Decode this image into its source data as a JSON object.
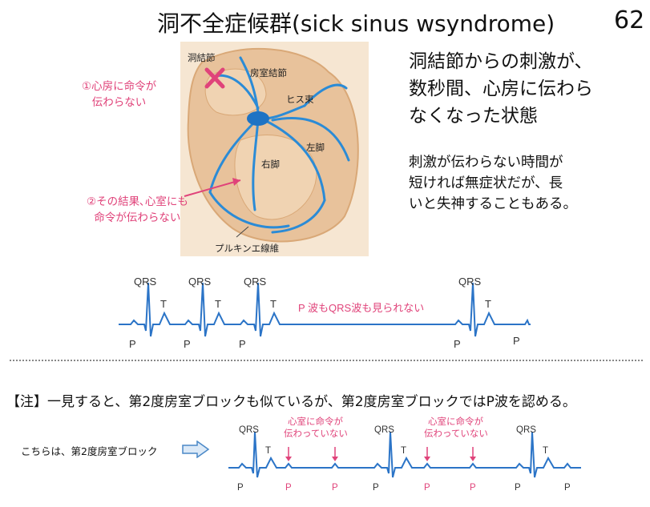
{
  "slide": {
    "title": "洞不全症候群(sick sinus wsyndrome)",
    "page_number": "62"
  },
  "description": {
    "main_lines": [
      "洞結節からの刺激が、",
      "数秒間、心房に伝わら",
      "なくなった状態"
    ],
    "sub_lines": [
      "刺激が伝わらない時間が",
      "短ければ無症状だが、長",
      "いと失神することもある。"
    ]
  },
  "heart": {
    "sinus_node": "洞結節",
    "av_node": "房室結節",
    "his_bundle": "ヒス束",
    "left_branch": "左脚",
    "right_branch": "右脚",
    "purkinje": "プルキンエ線維",
    "callout1": [
      "①心房に命令が",
      "伝わらない"
    ],
    "callout2": [
      "②その結果､心室にも",
      "命令が伝わらない"
    ]
  },
  "ecg1": {
    "qrs": "QRS",
    "t": "T",
    "p": "P",
    "pause_text": "P 波もQRS波も見られない"
  },
  "note": {
    "text": "【注】一見すると、第2度房室ブロックも似ているが、第2度房室ブロックではP波を認める。"
  },
  "ecg2": {
    "compare_label": "こちらは、第2度房室ブロック",
    "qrs": "QRS",
    "t": "T",
    "p": "P",
    "not_conducted": [
      "心室に命令が",
      "伝わっていない"
    ]
  },
  "colors": {
    "trace": "#2b74c7",
    "highlight": "#e0437a",
    "heart_fill": "#e8c29b",
    "heart_bg": "#f6e6d2"
  }
}
